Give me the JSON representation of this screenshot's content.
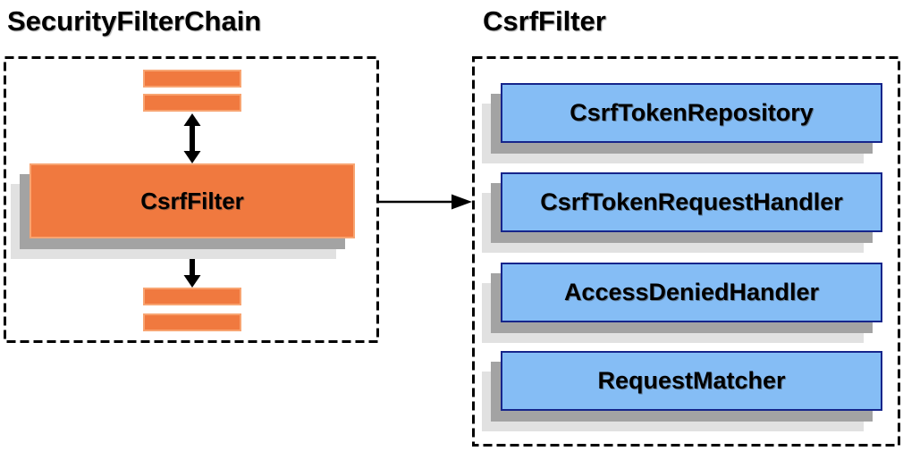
{
  "left_panel": {
    "title": "SecurityFilterChain",
    "filter_node_label": "CsrfFilter"
  },
  "right_panel": {
    "title": "CsrfFilter",
    "components": [
      "CsrfTokenRepository",
      "CsrfTokenRequestHandler",
      "AccessDeniedHandler",
      "RequestMatcher"
    ]
  },
  "colors": {
    "orange_fill": "#F0793F",
    "orange_border": "#F8A471",
    "blue_fill": "#85BDF5",
    "blue_border": "#16258B",
    "shadow_dark": "#A3A3A3",
    "shadow_light": "#E1E1E1",
    "arrow": "#000000"
  }
}
